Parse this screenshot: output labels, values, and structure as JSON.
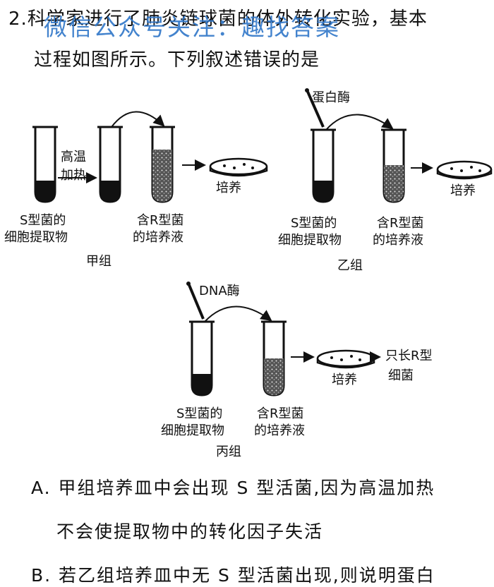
{
  "question": {
    "number": "2.",
    "line1": "科学家进行了肺炎链球菌的体外转化实验，基本",
    "line2": "过程如图所示。下列叙述错误的是"
  },
  "watermark": "微信公众号关注：趣找答案",
  "figure": {
    "group_jia": {
      "name": "甲组",
      "treatment_top": "高温",
      "treatment_bottom": "加热",
      "tube_left_line1": "S型菌的",
      "tube_left_line2": "细胞提取物",
      "tube_right_line1": "含R型菌",
      "tube_right_line2": "的培养液",
      "dish": "培养"
    },
    "group_yi": {
      "name": "乙组",
      "enzyme": "蛋白酶",
      "tube_left_line1": "S型菌的",
      "tube_left_line2": "细胞提取物",
      "tube_right_line1": "含R型菌",
      "tube_right_line2": "的培养液",
      "dish": "培养"
    },
    "group_bing": {
      "name": "丙组",
      "enzyme": "DNA酶",
      "tube_left_line1": "S型菌的",
      "tube_left_line2": "细胞提取物",
      "tube_right_line1": "含R型菌",
      "tube_right_line2": "的培养液",
      "dish": "培养",
      "result_line1": "只长R型",
      "result_line2": "细菌"
    }
  },
  "options": {
    "a_line1": "A. 甲组培养皿中会出现 S 型活菌,因为高温加热",
    "a_line2": "不会使提取物中的转化因子失活",
    "b_line1": "B. 若乙组培养皿中无 S 型活菌出现,则说明蛋白"
  }
}
